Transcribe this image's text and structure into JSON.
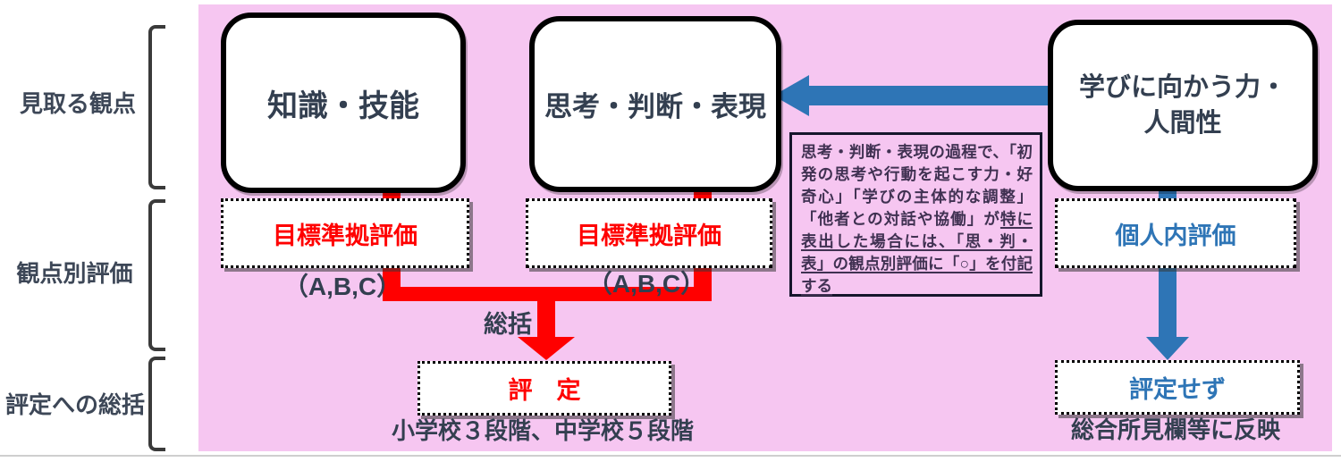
{
  "colors": {
    "panel_pink": "#F6C6F1",
    "accent_red": "#FF0000",
    "accent_blue": "#2E75B6",
    "text_dark": "#333F50",
    "note_text": "#403152"
  },
  "row_labels": {
    "observe": "見取る観点",
    "by_viewpoint": "観点別評価",
    "to_grade": "評定への総括"
  },
  "top_boxes": {
    "knowledge": "知識・技能",
    "thinking": "思考・判断・表現",
    "attitude_line1": "学びに向かう力・",
    "attitude_line2": "人間性"
  },
  "eval_boxes": {
    "goal_eval_1": "目標準拠評価",
    "goal_eval_2": "目標準拠評価",
    "personal_eval": "個人内評価",
    "grade": "評　定",
    "no_grade": "評定せず"
  },
  "sub_labels": {
    "abc_1": "（A,B,C）",
    "abc_2": "（A,B,C）",
    "soukatsu": "総括",
    "grade_caption": "小学校３段階、中学校５段階",
    "no_grade_caption": "総合所見欄等に反映"
  },
  "note": {
    "plain": "思考・判断・表現の過程で、「初発の思考や行動を起こす力・好奇心」「学びの主体的な調整」「他者との対話や協働」が",
    "underlined": "特に表出した場合には、「思・判・表」の観点別評価に「○」を付記する"
  }
}
